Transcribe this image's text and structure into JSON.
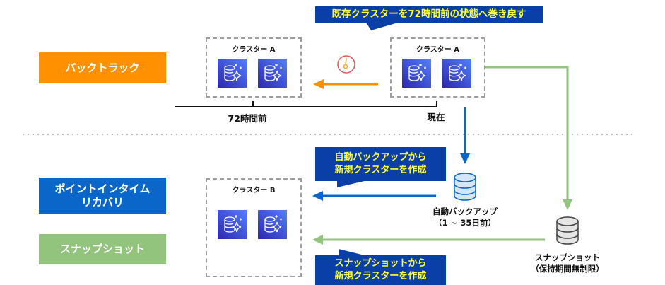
{
  "colors": {
    "backtrack": "#ff9000",
    "pitr": "#0a66c8",
    "snapshot": "#93c47d",
    "callout_bg": "#0b3fa8",
    "callout_text": "#ffff33",
    "db_tile_from": "#2e27ad",
    "db_tile_to": "#527fff"
  },
  "rows": {
    "backtrack": "バックトラック",
    "pitr_line1": "ポイントインタイム",
    "pitr_line2": "リカバリ",
    "snapshot": "スナップショット"
  },
  "callouts": {
    "top": "既存クラスターを72時間前の状態へ巻き戻す",
    "auto_backup_line1": "自動バックアップから",
    "auto_backup_line2": "新規クラスターを作成",
    "snapshot_line1": "スナップショットから",
    "snapshot_line2": "新規クラスターを作成"
  },
  "clusters": {
    "past": "クラスター A",
    "current": "クラスター A",
    "new": "クラスター B"
  },
  "timeline": {
    "past_label": "72時間前",
    "now_label": "現在"
  },
  "storage": {
    "auto_backup_line1": "自動バックアップ",
    "auto_backup_line2": "（1 ~ 35日前）",
    "snapshot_line1": "スナップショット",
    "snapshot_line2": "（保持期間無制限）"
  },
  "icons": {
    "db_tile": "aurora-database-icon",
    "clock": "clock-icon",
    "backup": "database-cylinder-icon"
  }
}
